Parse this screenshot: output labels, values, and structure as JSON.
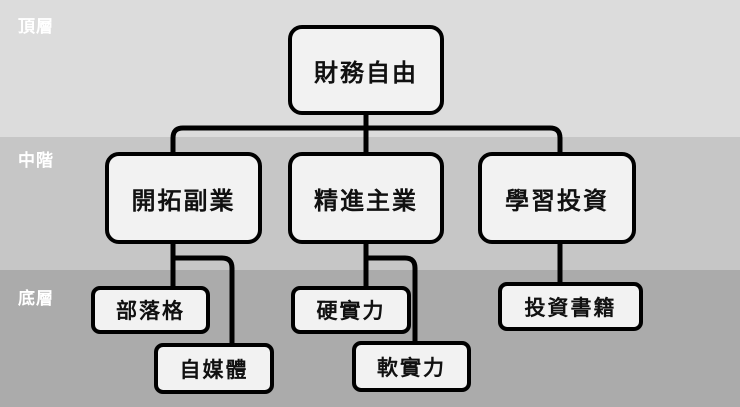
{
  "tiers": {
    "top": "頂層",
    "middle": "中階",
    "bottom": "底層"
  },
  "nodes": {
    "root": "財務自由",
    "side_business": "開拓副業",
    "main_job": "精進主業",
    "learn_invest": "學習投資",
    "blog": "部落格",
    "self_media": "自媒體",
    "hard_skills": "硬實力",
    "soft_skills": "軟實力",
    "invest_books": "投資書籍"
  }
}
